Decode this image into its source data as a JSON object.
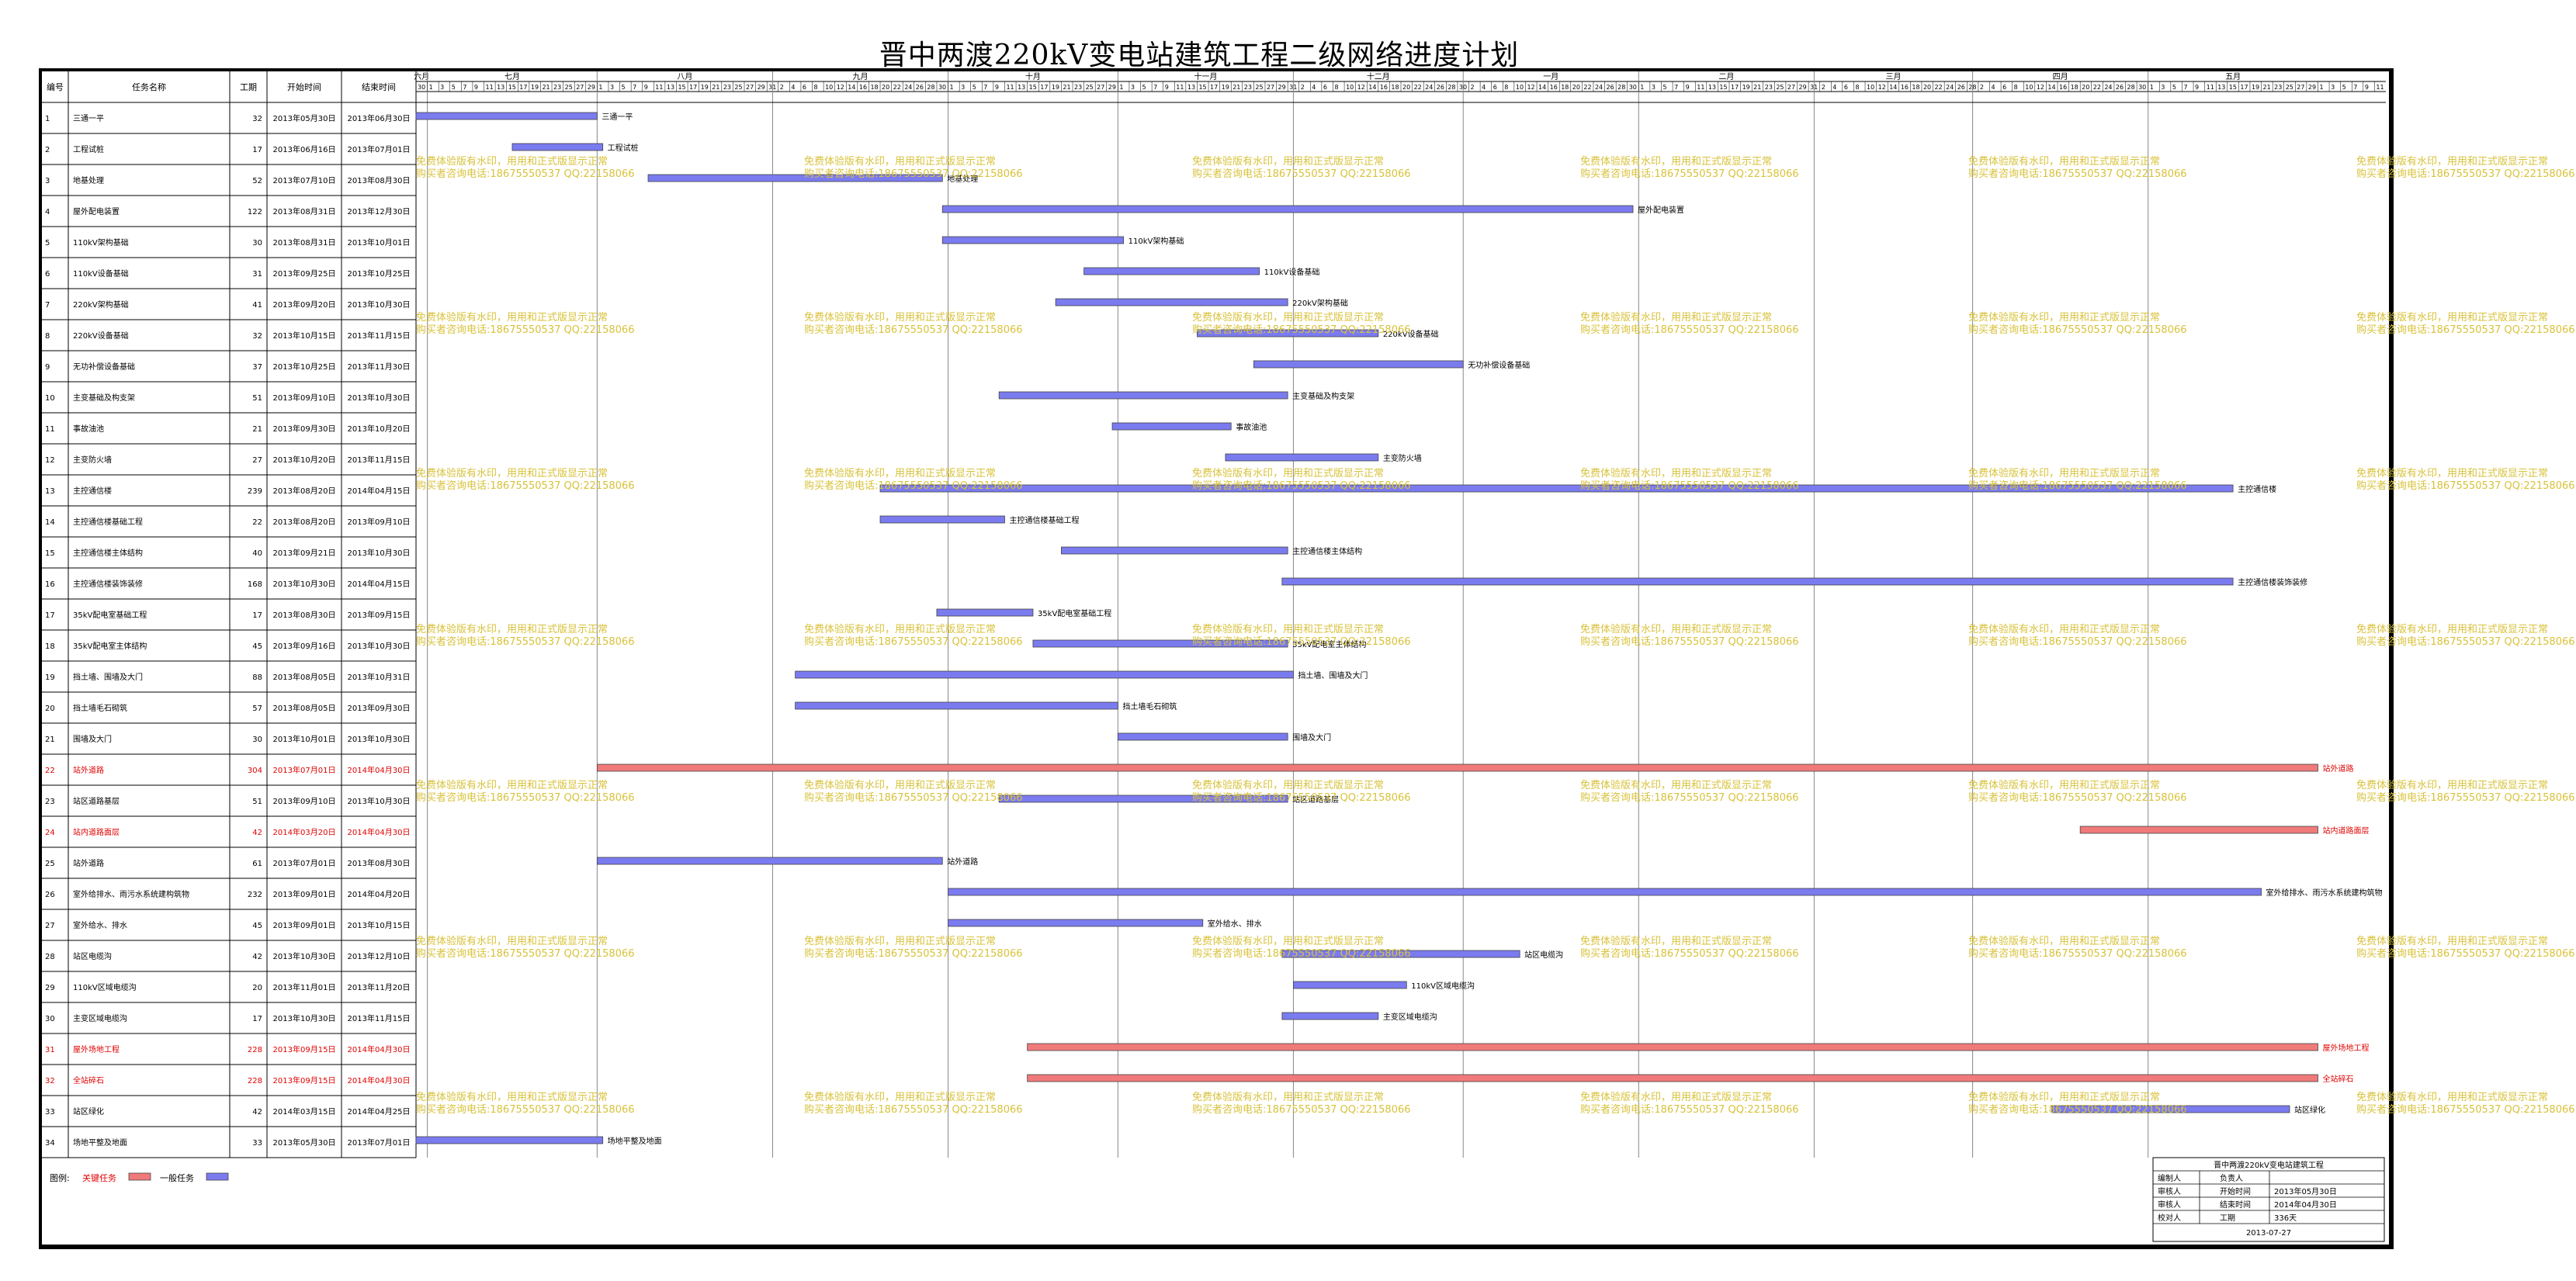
{
  "title": "晋中两渡220kV变电站建筑工程二级网络进度计划",
  "colors": {
    "normal_bar": "#7b7bf0",
    "critical_bar": "#f07a7a",
    "critical_text": "#e00000",
    "watermark": "#d8c23a"
  },
  "chart_data": {
    "type": "gantt",
    "columns": [
      "编号",
      "任务名称",
      "工期",
      "开始时间",
      "结束时间"
    ],
    "months": [
      "六月",
      "七月",
      "八月",
      "九月",
      "十月",
      "十一月",
      "十二月",
      "一月",
      "二月",
      "三月",
      "四月",
      "五月"
    ],
    "timeline_start": "2013-05-30",
    "timeline_end": "2014-05-13",
    "tasks": [
      {
        "id": "1",
        "name": "三通一平",
        "duration": "32",
        "start": "2013年05月30日",
        "end": "2013年06月30日",
        "critical": false
      },
      {
        "id": "2",
        "name": "工程试桩",
        "duration": "17",
        "start": "2013年06月16日",
        "end": "2013年07月01日",
        "critical": false
      },
      {
        "id": "3",
        "name": "地基处理",
        "duration": "52",
        "start": "2013年07月10日",
        "end": "2013年08月30日",
        "critical": false
      },
      {
        "id": "4",
        "name": "屋外配电装置",
        "duration": "122",
        "start": "2013年08月31日",
        "end": "2013年12月30日",
        "critical": false
      },
      {
        "id": "5",
        "name": "110kV架构基础",
        "duration": "30",
        "start": "2013年08月31日",
        "end": "2013年10月01日",
        "critical": false
      },
      {
        "id": "6",
        "name": "110kV设备基础",
        "duration": "31",
        "start": "2013年09月25日",
        "end": "2013年10月25日",
        "critical": false
      },
      {
        "id": "7",
        "name": "220kV架构基础",
        "duration": "41",
        "start": "2013年09月20日",
        "end": "2013年10月30日",
        "critical": false
      },
      {
        "id": "8",
        "name": "220kV设备基础",
        "duration": "32",
        "start": "2013年10月15日",
        "end": "2013年11月15日",
        "critical": false
      },
      {
        "id": "9",
        "name": "无功补偿设备基础",
        "duration": "37",
        "start": "2013年10月25日",
        "end": "2013年11月30日",
        "critical": false
      },
      {
        "id": "10",
        "name": "主变基础及构支架",
        "duration": "51",
        "start": "2013年09月10日",
        "end": "2013年10月30日",
        "critical": false
      },
      {
        "id": "11",
        "name": "事故油池",
        "duration": "21",
        "start": "2013年09月30日",
        "end": "2013年10月20日",
        "critical": false
      },
      {
        "id": "12",
        "name": "主变防火墙",
        "duration": "27",
        "start": "2013年10月20日",
        "end": "2013年11月15日",
        "critical": false
      },
      {
        "id": "13",
        "name": "主控通信楼",
        "duration": "239",
        "start": "2013年08月20日",
        "end": "2014年04月15日",
        "critical": false
      },
      {
        "id": "14",
        "name": "主控通信楼基础工程",
        "duration": "22",
        "start": "2013年08月20日",
        "end": "2013年09月10日",
        "critical": false
      },
      {
        "id": "15",
        "name": "主控通信楼主体结构",
        "duration": "40",
        "start": "2013年09月21日",
        "end": "2013年10月30日",
        "critical": false
      },
      {
        "id": "16",
        "name": "主控通信楼装饰装修",
        "duration": "168",
        "start": "2013年10月30日",
        "end": "2014年04月15日",
        "critical": false
      },
      {
        "id": "17",
        "name": "35kV配电室基础工程",
        "duration": "17",
        "start": "2013年08月30日",
        "end": "2013年09月15日",
        "critical": false
      },
      {
        "id": "18",
        "name": "35kV配电室主体结构",
        "duration": "45",
        "start": "2013年09月16日",
        "end": "2013年10月30日",
        "critical": false
      },
      {
        "id": "19",
        "name": "挡土墙、围墙及大门",
        "duration": "88",
        "start": "2013年08月05日",
        "end": "2013年10月31日",
        "critical": false
      },
      {
        "id": "20",
        "name": "挡土墙毛石砌筑",
        "duration": "57",
        "start": "2013年08月05日",
        "end": "2013年09月30日",
        "critical": false
      },
      {
        "id": "21",
        "name": "围墙及大门",
        "duration": "30",
        "start": "2013年10月01日",
        "end": "2013年10月30日",
        "critical": false
      },
      {
        "id": "22",
        "name": "站外道路",
        "duration": "304",
        "start": "2013年07月01日",
        "end": "2014年04月30日",
        "critical": true
      },
      {
        "id": "23",
        "name": "站区道路基层",
        "duration": "51",
        "start": "2013年09月10日",
        "end": "2013年10月30日",
        "critical": false
      },
      {
        "id": "24",
        "name": "站内道路面层",
        "duration": "42",
        "start": "2014年03月20日",
        "end": "2014年04月30日",
        "critical": true
      },
      {
        "id": "25",
        "name": "站外道路",
        "duration": "61",
        "start": "2013年07月01日",
        "end": "2013年08月30日",
        "critical": false
      },
      {
        "id": "26",
        "name": "室外给排水、雨污水系统建构筑物",
        "duration": "232",
        "start": "2013年09月01日",
        "end": "2014年04月20日",
        "critical": false
      },
      {
        "id": "27",
        "name": "室外给水、排水",
        "duration": "45",
        "start": "2013年09月01日",
        "end": "2013年10月15日",
        "critical": false
      },
      {
        "id": "28",
        "name": "站区电缆沟",
        "duration": "42",
        "start": "2013年10月30日",
        "end": "2013年12月10日",
        "critical": false
      },
      {
        "id": "29",
        "name": "110kV区域电缆沟",
        "duration": "20",
        "start": "2013年11月01日",
        "end": "2013年11月20日",
        "critical": false
      },
      {
        "id": "30",
        "name": "主变区域电缆沟",
        "duration": "17",
        "start": "2013年10月30日",
        "end": "2013年11月15日",
        "critical": false
      },
      {
        "id": "31",
        "name": "屋外场地工程",
        "duration": "228",
        "start": "2013年09月15日",
        "end": "2014年04月30日",
        "critical": true
      },
      {
        "id": "32",
        "name": "全站碎石",
        "duration": "228",
        "start": "2013年09月15日",
        "end": "2014年04月30日",
        "critical": true
      },
      {
        "id": "33",
        "name": "站区绿化",
        "duration": "42",
        "start": "2014年03月15日",
        "end": "2014年04月25日",
        "critical": false
      },
      {
        "id": "34",
        "name": "场地平整及地面",
        "duration": "33",
        "start": "2013年05月30日",
        "end": "2013年07月01日",
        "critical": false
      }
    ]
  },
  "watermark": {
    "line1": "免费体验版有水印，用用和正式版显示正常",
    "line2": "购买者咨询电话:18675550537 QQ:22158066"
  },
  "legend": {
    "label": "图例:",
    "critical": "关键任务",
    "normal": "一般任务"
  },
  "info_box": {
    "project": "晋中两渡220kV变电站建筑工程",
    "rows": [
      {
        "k1": "编制人",
        "v1": "负责人",
        "k2": "",
        "v2": ""
      },
      {
        "k1": "审核人",
        "v1": "开始时间",
        "k2": "2013年05月30日",
        "v2": ""
      },
      {
        "k1": "审核人",
        "v1": "结束时间",
        "k2": "2014年04月30日",
        "v2": ""
      },
      {
        "k1": "校对人",
        "v1": "工期",
        "k2": "336天",
        "v2": ""
      }
    ],
    "date": "2013-07-27"
  }
}
